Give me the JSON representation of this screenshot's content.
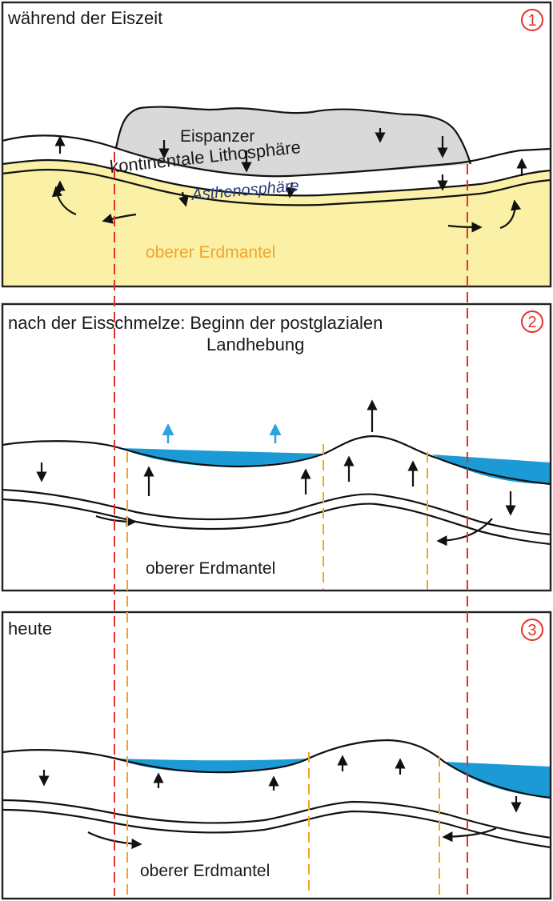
{
  "panels": [
    {
      "title": "während der Eiszeit",
      "number": "1"
    },
    {
      "title_line1": "nach der Eisschmelze: Beginn der postglazialen",
      "title_line2": "Landhebung",
      "number": "2"
    },
    {
      "title": "heute",
      "number": "3"
    }
  ],
  "labels": {
    "ice": "Eispanzer",
    "lithosphere": "kontinentale Lithosphäre",
    "asthenosphere": "Asthenosphäre",
    "mantle": "oberer Erdmantel"
  },
  "colors": {
    "ice": "#d9d9d9",
    "mantle_fill": "#faf0a6",
    "mantle_text": "#f3a42b",
    "water": "#1c9ad6",
    "water_arrow": "#2aa3e0",
    "red_dash": "#e4322b",
    "orange_dash": "#f3a42b"
  }
}
